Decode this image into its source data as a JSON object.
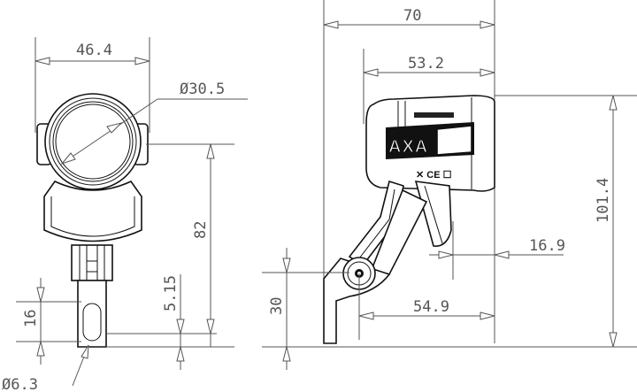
{
  "drawing": {
    "front_view": {
      "dimensions": {
        "width": "46.4",
        "lens_diameter": "Ø30.5",
        "height_to_bracket": "82",
        "slot_offset": "5.15",
        "slot_length": "16",
        "slot_diameter": "Ø6.3"
      }
    },
    "side_view": {
      "brand": "AXA",
      "dimensions": {
        "overall_depth": "70",
        "head_depth": "53.2",
        "overall_height": "101.4",
        "bracket_offset": "16.9",
        "pivot_to_front": "54.9",
        "pivot_height": "30"
      }
    },
    "colors": {
      "line": "#111111",
      "dimension_line": "#555555",
      "background": "#ffffff"
    }
  }
}
